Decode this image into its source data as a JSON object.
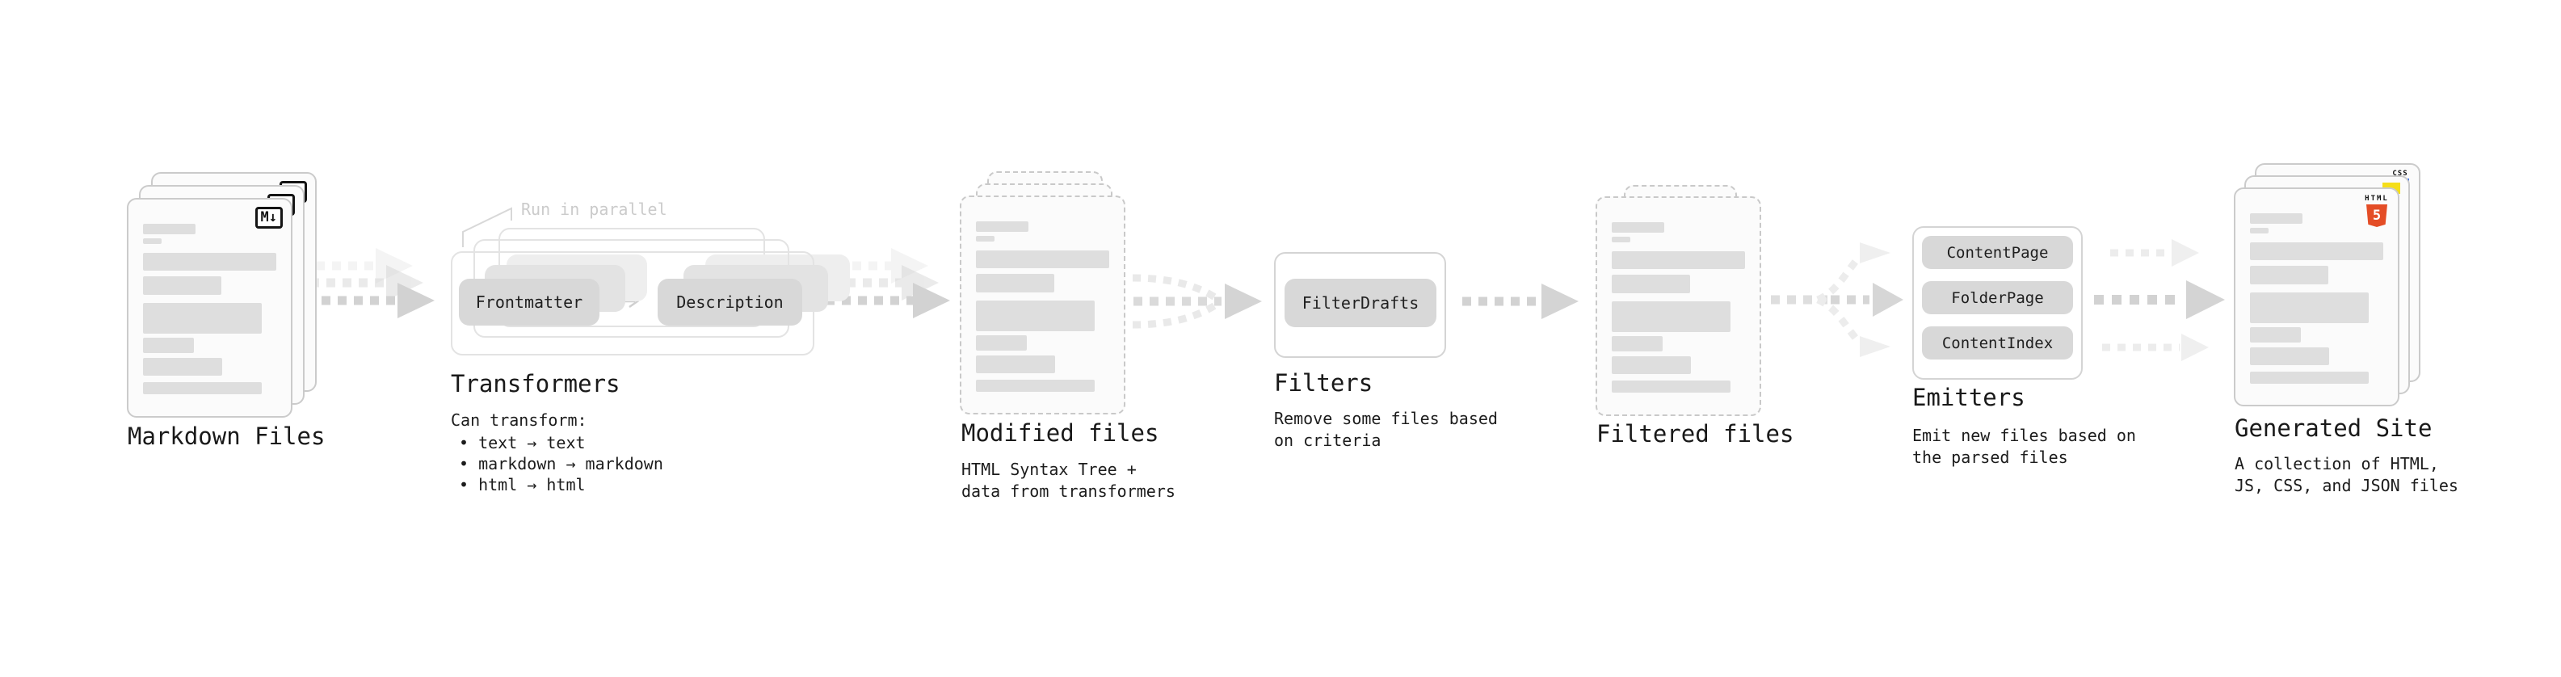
{
  "colors": {
    "arrow_gray": "#d2d2d2",
    "arrow_light": "#ececec",
    "pill_gray": "#d8d8d8",
    "doc_border": "#cbcbcb",
    "text": "#1c1c1c",
    "note_gray": "#cbcbcb",
    "html5_orange": "#e44d26",
    "js_yellow": "#f5de19",
    "css_blue": "#2965f1"
  },
  "stages": {
    "markdown": {
      "label": "Markdown Files",
      "badge": "M↓"
    },
    "transformers": {
      "title": "Transformers",
      "note": "Run in parallel",
      "pill_left": "Frontmatter",
      "pill_right": "Description",
      "desc": "Can transform:",
      "bullets": [
        "• text → text",
        "• markdown → markdown",
        "• html → html"
      ]
    },
    "modified": {
      "title": "Modified files",
      "desc_line1": "HTML Syntax Tree +",
      "desc_line2": "data from transformers"
    },
    "filters": {
      "title": "Filters",
      "pill": "FilterDrafts",
      "desc_line1": "Remove some files based",
      "desc_line2": "on criteria"
    },
    "filtered": {
      "title": "Filtered files"
    },
    "emitters": {
      "title": "Emitters",
      "pills": [
        "ContentPage",
        "FolderPage",
        "ContentIndex"
      ],
      "desc_line1": "Emit new files based on",
      "desc_line2": "the parsed files"
    },
    "generated": {
      "title": "Generated Site",
      "desc_line1": "A collection of HTML,",
      "desc_line2": "JS, CSS, and JSON files",
      "css_badge": "CSS",
      "html_badge_label": "HTML",
      "html_badge_number": "5"
    }
  }
}
